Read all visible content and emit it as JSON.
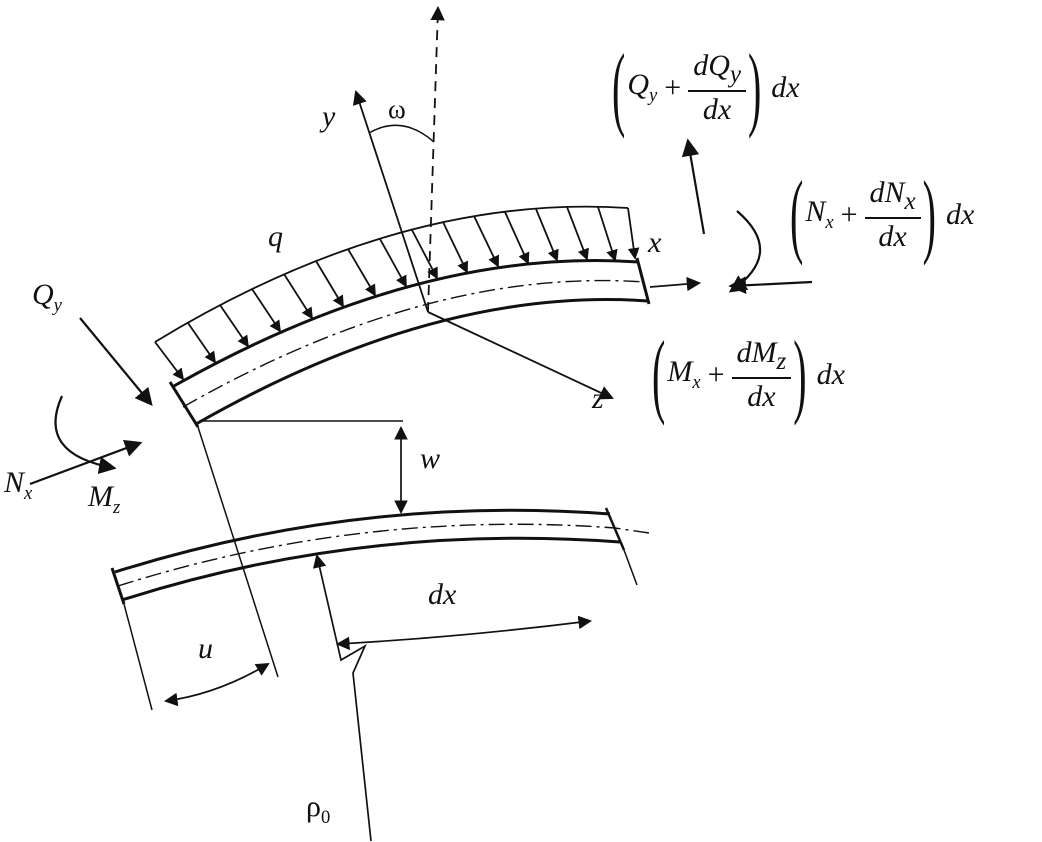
{
  "diagram": {
    "load_label": "q",
    "axes": {
      "x": "x",
      "y": "y",
      "z": "z",
      "omega": "ω"
    },
    "left_end": {
      "shear_base": "Q",
      "shear_sub": "y",
      "normal_base": "N",
      "normal_sub": "x",
      "moment_base": "M",
      "moment_sub": "z"
    },
    "dimensions": {
      "w": "w",
      "u": "u",
      "dx": "dx",
      "rho_base": "ρ",
      "rho_sub": "0"
    },
    "right_end": {
      "shear": {
        "open": "(",
        "lead_base": "Q",
        "lead_sub": "y",
        "op": "+",
        "num_base": "dQ",
        "num_sub": "y",
        "den": "dx",
        "close": ")",
        "trail": "dx"
      },
      "normal": {
        "open": "(",
        "lead_base": "N",
        "lead_sub": "x",
        "op": "+",
        "num_base": "dN",
        "num_sub": "x",
        "den": "dx",
        "close": ")",
        "trail": "dx"
      },
      "moment": {
        "open": "(",
        "lead_base": "M",
        "lead_sub": "x",
        "op": "+",
        "num_base": "dM",
        "num_sub": "z",
        "den": "dx",
        "close": ")",
        "trail": "dx"
      }
    }
  }
}
